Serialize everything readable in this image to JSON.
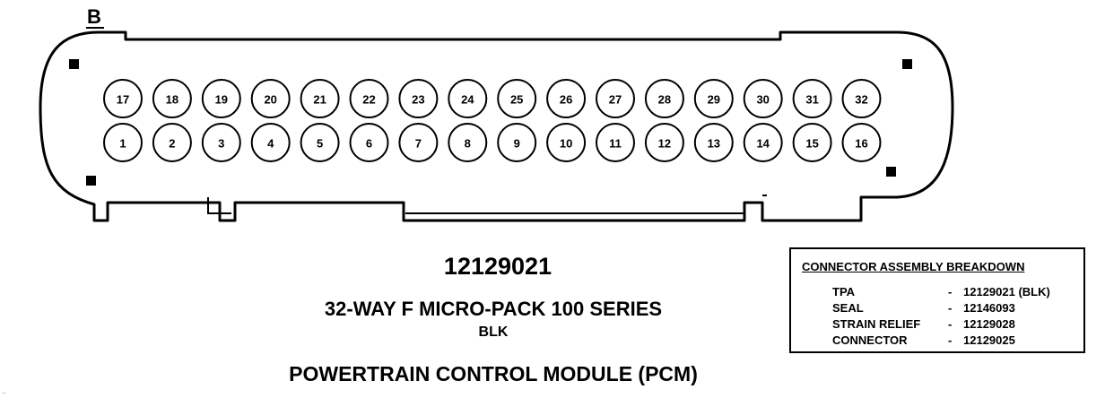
{
  "connector": {
    "side_label": "B",
    "top_row_pins": [
      "17",
      "18",
      "19",
      "20",
      "21",
      "22",
      "23",
      "24",
      "25",
      "26",
      "27",
      "28",
      "29",
      "30",
      "31",
      "32"
    ],
    "bottom_row_pins": [
      "1",
      "2",
      "3",
      "4",
      "5",
      "6",
      "7",
      "8",
      "9",
      "10",
      "11",
      "12",
      "13",
      "14",
      "15",
      "16"
    ]
  },
  "part_number": "12129021",
  "series_title": "32-WAY F MICRO-PACK 100 SERIES",
  "color": "BLK",
  "module_name": "POWERTRAIN CONTROL MODULE (PCM)",
  "breakdown": {
    "title": "CONNECTOR ASSEMBLY BREAKDOWN",
    "rows": [
      {
        "label": "TPA",
        "dash": "-",
        "value": "12129021 (BLK)"
      },
      {
        "label": "SEAL",
        "dash": "-",
        "value": "12146093"
      },
      {
        "label": "STRAIN RELIEF",
        "dash": "-",
        "value": "12129028"
      },
      {
        "label": "CONNECTOR",
        "dash": "-",
        "value": "12129025"
      }
    ]
  },
  "corner_mark": ".."
}
